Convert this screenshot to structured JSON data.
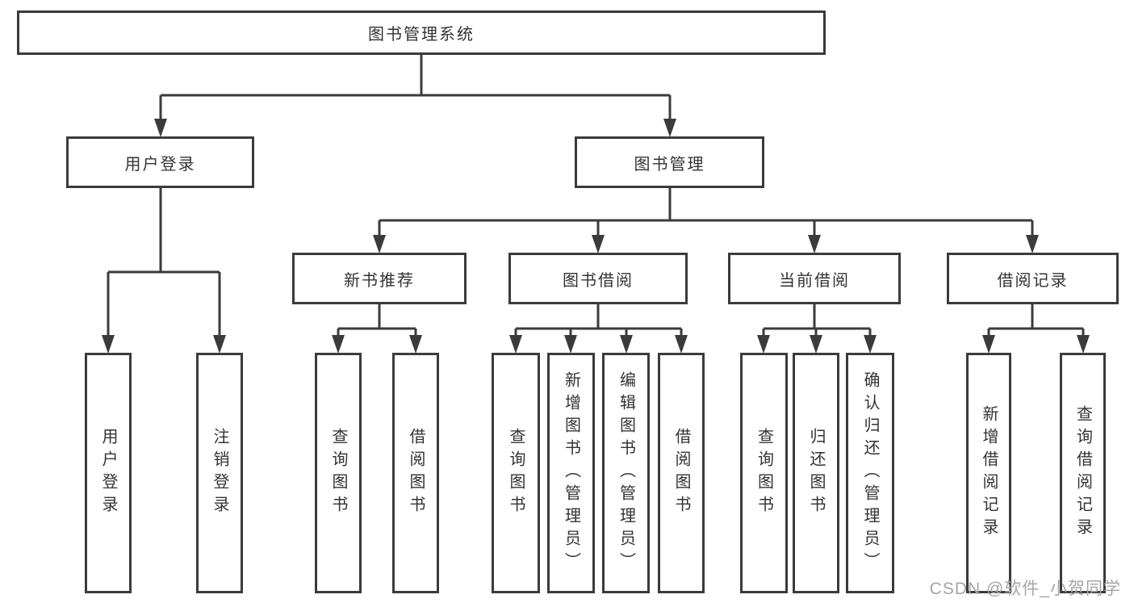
{
  "diagram": {
    "root": {
      "label": "图书管理系统"
    },
    "level2": [
      {
        "label": "用户登录",
        "children": [
          {
            "label": "用户登录"
          },
          {
            "label": "注销登录"
          }
        ]
      },
      {
        "label": "图书管理",
        "children": [
          {
            "label": "新书推荐",
            "children": [
              {
                "label": "查询图书"
              },
              {
                "label": "借阅图书"
              }
            ]
          },
          {
            "label": "图书借阅",
            "children": [
              {
                "label": "查询图书"
              },
              {
                "label": "新增图书（管理员）"
              },
              {
                "label": "编辑图书（管理员）"
              },
              {
                "label": "借阅图书"
              }
            ]
          },
          {
            "label": "当前借阅",
            "children": [
              {
                "label": "查询图书"
              },
              {
                "label": "归还图书"
              },
              {
                "label": "确认归还（管理员）"
              }
            ]
          },
          {
            "label": "借阅记录",
            "children": [
              {
                "label": "新增借阅记录"
              },
              {
                "label": "查询借阅记录"
              }
            ]
          }
        ]
      }
    ]
  },
  "watermark": {
    "text": "CSDN @软件_小贺同学"
  },
  "colors": {
    "line": "#3b3b3b",
    "text": "#333333",
    "background": "#ffffff",
    "watermark": "#a5a5a5"
  }
}
